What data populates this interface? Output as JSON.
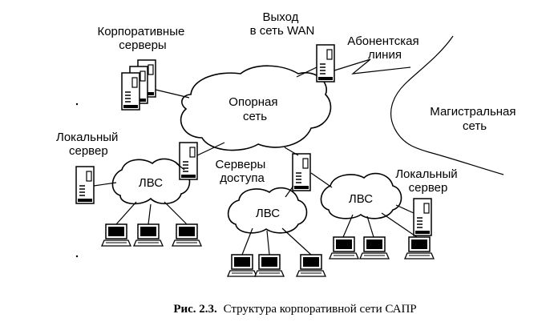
{
  "labels": {
    "corporate_servers": [
      "Корпоративные",
      "серверы"
    ],
    "wan_exit": [
      "Выход",
      "в сеть WAN"
    ],
    "subscriber_line": [
      "Абонентская",
      "линия"
    ],
    "backbone": [
      "Опорная",
      "сеть"
    ],
    "trunk_network": [
      "Магистральная",
      "сеть"
    ],
    "local_server_left": [
      "Локальный",
      "сервер"
    ],
    "access_servers": [
      "Серверы",
      "доступа"
    ],
    "local_server_right": [
      "Локальный",
      "сервер"
    ],
    "lan_left": "ЛВС",
    "lan_center": "ЛВС",
    "lan_right": "ЛВС"
  },
  "caption": {
    "number": "Рис. 2.3.",
    "text": "Структура корпоративной сети САПР"
  }
}
